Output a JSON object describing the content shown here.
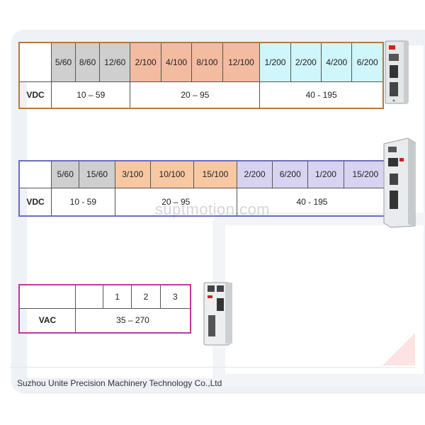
{
  "table1": {
    "headers": [
      "5/60",
      "8/60",
      "12/60",
      "2/100",
      "4/100",
      "8/100",
      "12/100",
      "1/200",
      "2/200",
      "4/200",
      "6/200"
    ],
    "row_label": "VDC",
    "ranges": [
      "10 – 59",
      "20 – 95",
      "40 - 195"
    ]
  },
  "table2": {
    "headers": [
      "5/60",
      "15/60",
      "3/100",
      "10/100",
      "15/100",
      "2/200",
      "6/200",
      "1/200",
      "15/200"
    ],
    "row_label": "VDC",
    "ranges": [
      "10 - 59",
      "20 – 95",
      "40 - 195"
    ]
  },
  "table3": {
    "headers": [
      "1",
      "2",
      "3"
    ],
    "row_label": "VAC",
    "range": "35 – 270"
  },
  "watermark": "suptmotion.com",
  "footer": "Suzhou Unite Precision Machinery Technology Co.,Ltd",
  "colors": {
    "gray": "#cfcfcf",
    "orange": "#f3bba0",
    "cyan": "#cff6fa",
    "table1_border": "#b07a45",
    "table2_border": "#6b6cc0",
    "table3_border": "#c0379b"
  }
}
